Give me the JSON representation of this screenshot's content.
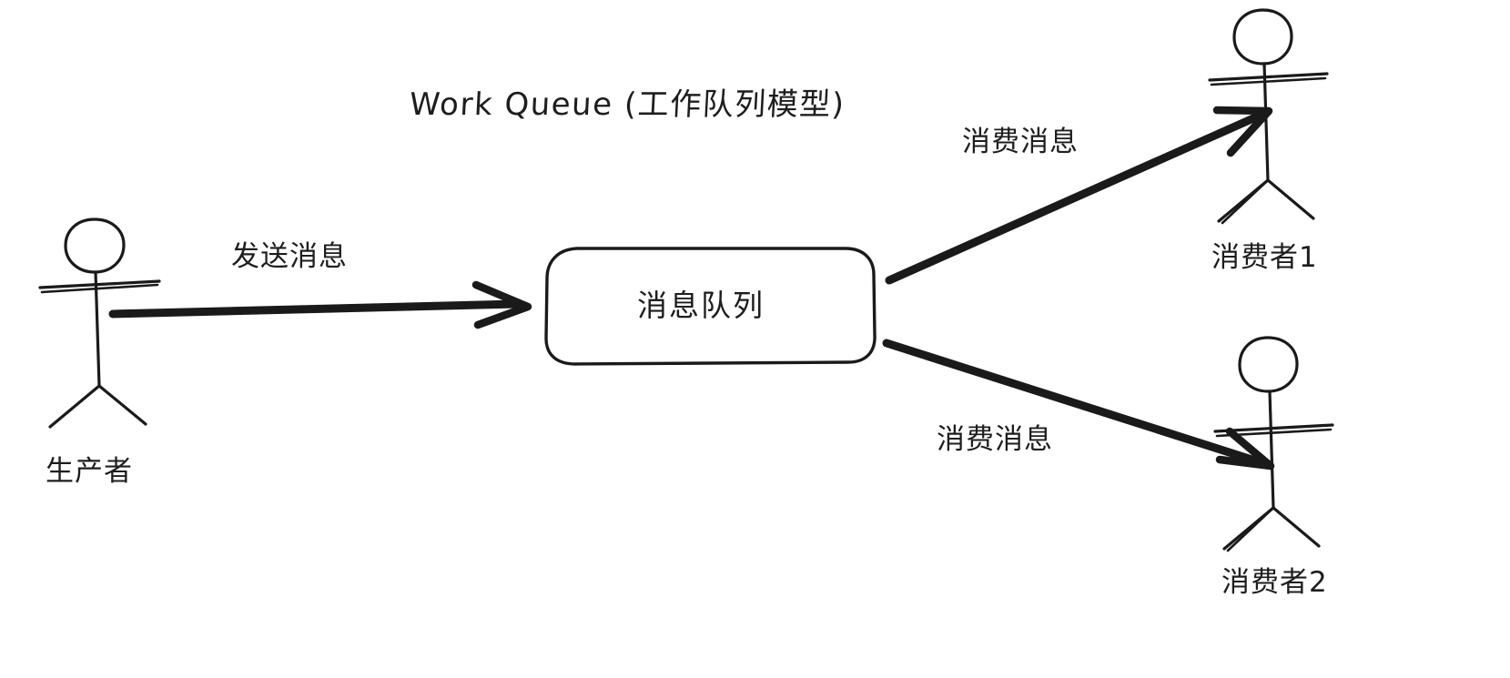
{
  "diagram": {
    "title": "Work Queue (工作队列模型)",
    "background_color": "#ffffff",
    "stroke_color": "#1a1a1a",
    "nodes": {
      "producer": {
        "label": "生产者",
        "type": "actor"
      },
      "queue": {
        "label": "消息队列",
        "type": "rounded-box"
      },
      "consumer1": {
        "label": "消费者1",
        "type": "actor"
      },
      "consumer2": {
        "label": "消费者2",
        "type": "actor"
      }
    },
    "edges": [
      {
        "id": "producer-to-queue",
        "label": "发送消息",
        "from": "producer",
        "to": "queue"
      },
      {
        "id": "queue-to-consumer1",
        "label": "消费消息",
        "from": "queue",
        "to": "consumer1"
      },
      {
        "id": "queue-to-consumer2",
        "label": "消费消息",
        "from": "queue",
        "to": "consumer2"
      }
    ]
  }
}
